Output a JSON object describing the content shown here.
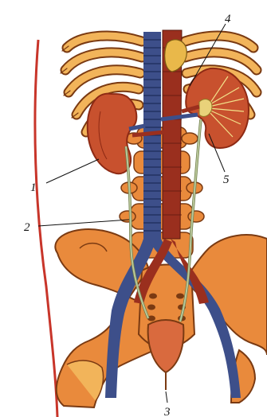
{
  "colors": {
    "bone": "#e98a3c",
    "bone_light": "#f2b45a",
    "bone_outline": "#7a3a12",
    "kidney": "#c8512e",
    "kidney_dark": "#8e2a14",
    "aorta": "#9a2f1e",
    "vena_cava": "#3d4f8a",
    "vena_cava_stripe": "#1e2c5a",
    "ureter": "#b9c79a",
    "bladder": "#d96a3e",
    "adrenal": "#e9b84a",
    "body_line": "#c8352a"
  },
  "icons": [
    "kidney-left-shape",
    "kidney-right-shape",
    "bladder-shape",
    "pelvis-shape",
    "ribcage-shape",
    "spine-shape"
  ],
  "labels": {
    "label_1": "1",
    "label_2": "2",
    "label_3": "3",
    "label_4": "4",
    "label_5": "5"
  }
}
